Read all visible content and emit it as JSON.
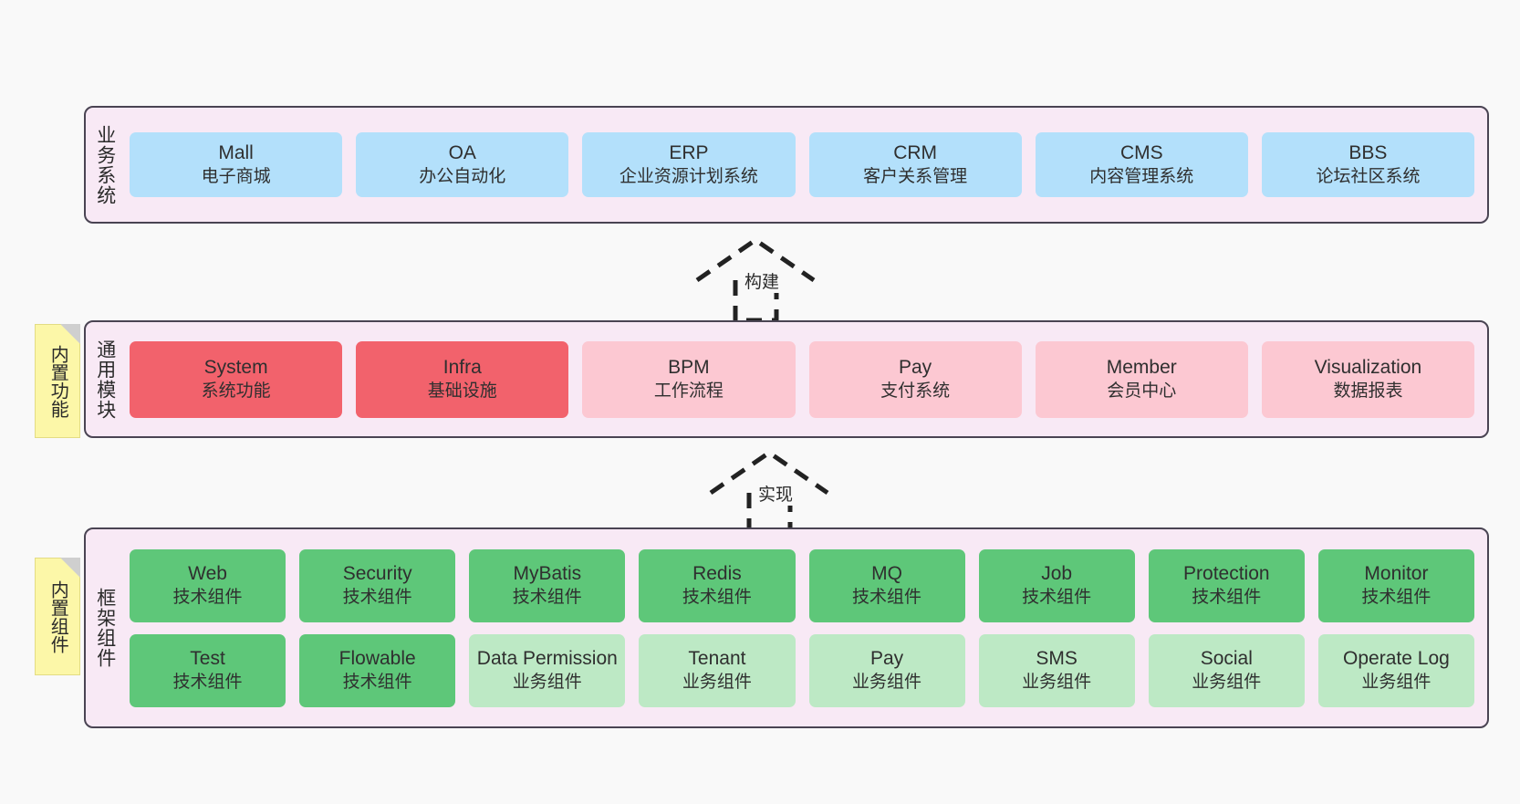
{
  "diagram": {
    "background": "#f9f9f9",
    "layers": [
      {
        "id": "business",
        "title": "业务系统",
        "shell_color": "#f8e9f5",
        "node_color": "#b3e0fb",
        "rows": [
          [
            {
              "name": "Mall",
              "sub": "电子商城"
            },
            {
              "name": "OA",
              "sub": "办公自动化"
            },
            {
              "name": "ERP",
              "sub": "企业资源计划系统"
            },
            {
              "name": "CRM",
              "sub": "客户关系管理"
            },
            {
              "name": "CMS",
              "sub": "内容管理系统"
            },
            {
              "name": "BBS",
              "sub": "论坛社区系统"
            }
          ]
        ]
      },
      {
        "id": "modules",
        "title": "通用模块",
        "shell_color": "#f8e9f5",
        "node_color_strong": "#f2626c",
        "node_color_light": "#fcc8d2",
        "rows": [
          [
            {
              "name": "System",
              "sub": "系统功能",
              "style": "strong"
            },
            {
              "name": "Infra",
              "sub": "基础设施",
              "style": "strong"
            },
            {
              "name": "BPM",
              "sub": "工作流程",
              "style": "light"
            },
            {
              "name": "Pay",
              "sub": "支付系统",
              "style": "light"
            },
            {
              "name": "Member",
              "sub": "会员中心",
              "style": "light"
            },
            {
              "name": "Visualization",
              "sub": "数据报表",
              "style": "light"
            }
          ]
        ]
      },
      {
        "id": "framework",
        "title": "框架组件",
        "shell_color": "#f8e9f5",
        "node_color_tech": "#5ec779",
        "node_color_biz": "#bde9c5",
        "rows": [
          [
            {
              "name": "Web",
              "sub": "技术组件",
              "style": "tech"
            },
            {
              "name": "Security",
              "sub": "技术组件",
              "style": "tech"
            },
            {
              "name": "MyBatis",
              "sub": "技术组件",
              "style": "tech"
            },
            {
              "name": "Redis",
              "sub": "技术组件",
              "style": "tech"
            },
            {
              "name": "MQ",
              "sub": "技术组件",
              "style": "tech"
            },
            {
              "name": "Job",
              "sub": "技术组件",
              "style": "tech"
            },
            {
              "name": "Protection",
              "sub": "技术组件",
              "style": "tech"
            },
            {
              "name": "Monitor",
              "sub": "技术组件",
              "style": "tech"
            }
          ],
          [
            {
              "name": "Test",
              "sub": "技术组件",
              "style": "tech"
            },
            {
              "name": "Flowable",
              "sub": "技术组件",
              "style": "tech"
            },
            {
              "name": "Data Permission",
              "sub": "业务组件",
              "style": "biz"
            },
            {
              "name": "Tenant",
              "sub": "业务组件",
              "style": "biz"
            },
            {
              "name": "Pay",
              "sub": "业务组件",
              "style": "biz"
            },
            {
              "name": "SMS",
              "sub": "业务组件",
              "style": "biz"
            },
            {
              "name": "Social",
              "sub": "业务组件",
              "style": "biz"
            },
            {
              "name": "Operate Log",
              "sub": "业务组件",
              "style": "biz"
            }
          ]
        ]
      }
    ],
    "notes": [
      {
        "id": "builtin-features",
        "label": "内置功能",
        "color": "#fcf7a8"
      },
      {
        "id": "builtin-components",
        "label": "内置组件",
        "color": "#fcf7a8"
      }
    ],
    "connectors": [
      {
        "id": "build",
        "label": "构建",
        "style": "dashed-hollow-triangle"
      },
      {
        "id": "implement",
        "label": "实现",
        "style": "dashed-hollow-triangle"
      }
    ]
  }
}
